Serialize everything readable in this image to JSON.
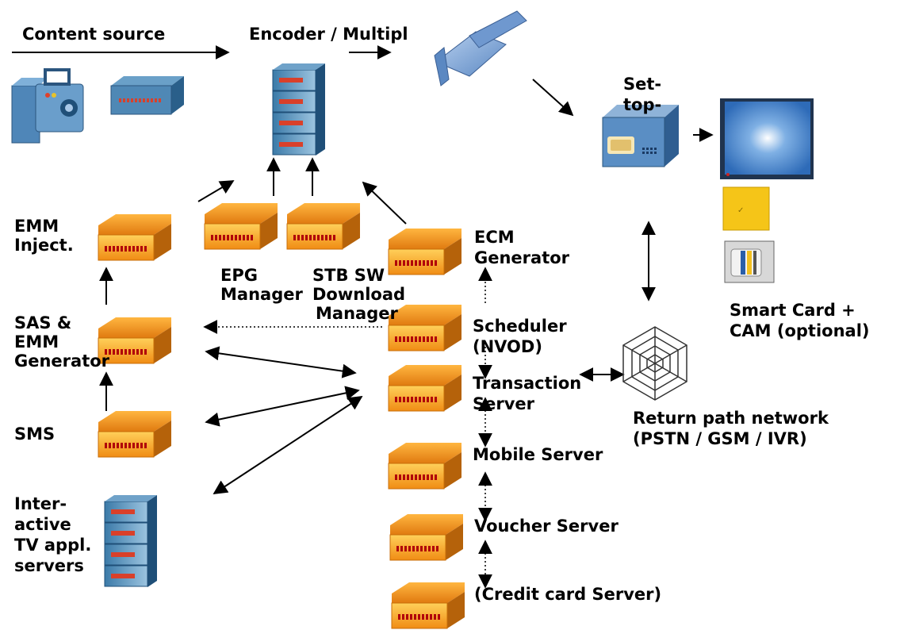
{
  "labels": {
    "content_source": "Content source",
    "encoder": "Encoder / Multipl",
    "settop": [
      "Set-",
      "top-"
    ],
    "emm_inject": [
      "EMM",
      "Inject."
    ],
    "epg_manager": [
      "EPG",
      "Manager"
    ],
    "stb_sw": [
      "STB SW",
      "Download",
      "Manager"
    ],
    "ecm_generator": [
      "ECM",
      "Generator"
    ],
    "sas": [
      "SAS &",
      "EMM",
      "Generator"
    ],
    "scheduler": [
      "Scheduler",
      "(NVOD)"
    ],
    "transaction": [
      "Transaction",
      "Server"
    ],
    "sms": "SMS",
    "mobile_server": "Mobile Server",
    "voucher_server": "Voucher Server",
    "credit_card_server": "(Credit card Server)",
    "interactive": [
      "Inter-",
      "active",
      "TV appl.",
      "servers"
    ],
    "smart_card": [
      "Smart Card +",
      " CAM (optional)"
    ],
    "return_path": [
      "Return path network",
      "(PSTN / GSM / IVR)"
    ]
  },
  "colors": {
    "box_orange": "#f29a1a",
    "box_dark": "#8a4a00",
    "server_blue": "#3f7fae",
    "satellite_blue": "#7aa3d6",
    "tv_blue": "#3a78c0",
    "card_yellow": "#f5c518"
  }
}
